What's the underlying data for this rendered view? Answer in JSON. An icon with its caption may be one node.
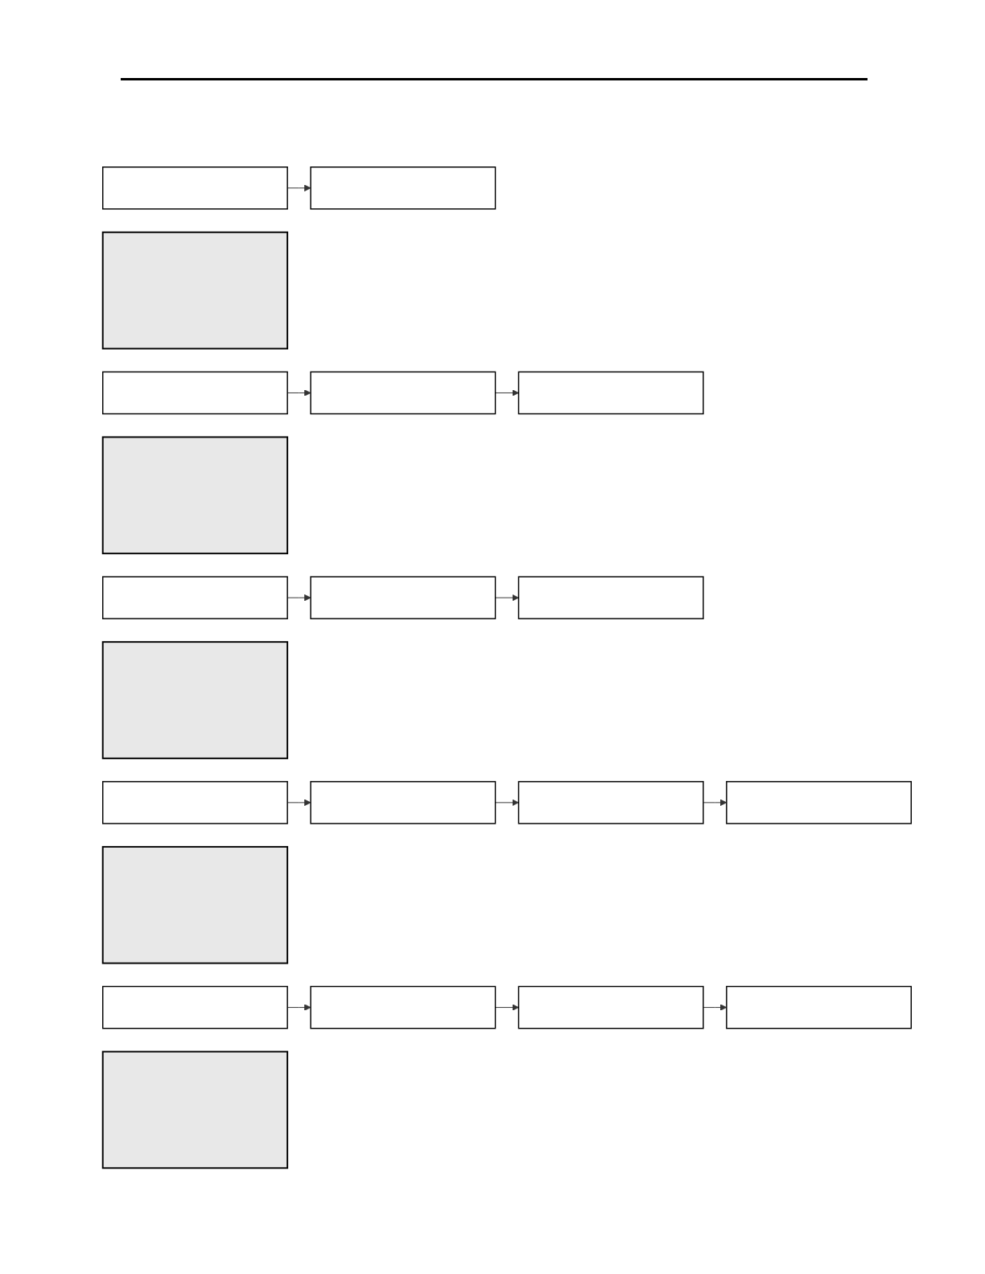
{
  "diagram": {
    "nodes": [
      {
        "text": [],
        "shape": "box"
      },
      {
        "text": [],
        "shape": "box"
      },
      {
        "text": [],
        "shape": "box"
      },
      {
        "text": [],
        "shape": "box"
      },
      {
        "text": [],
        "shape": "box"
      },
      {
        "text": [],
        "shape": "box"
      },
      {
        "text": [],
        "shape": "box"
      },
      {
        "text": [],
        "shape": "box"
      },
      {
        "text": [],
        "shape": "box"
      },
      {
        "text": [],
        "shape": "box"
      },
      {
        "text": [],
        "shape": "box"
      },
      {
        "text": [],
        "shape": "box"
      },
      {
        "text": [],
        "shape": "box"
      },
      {
        "text": [],
        "shape": "box"
      },
      {
        "text": [],
        "shape": "box"
      },
      {
        "text": [],
        "shape": "box"
      },
      {
        "text": [],
        "shape": "box"
      },
      {
        "text": [],
        "shape": "box"
      },
      {
        "text": [],
        "shape": "box"
      },
      {
        "text": [],
        "shape": "box"
      },
      {
        "text": [],
        "shape": "box"
      }
    ],
    "edges": [
      {
        "from": 0,
        "to": 1,
        "arrow": "to"
      },
      {
        "from": 3,
        "to": 4,
        "arrow": "to"
      },
      {
        "from": 4,
        "to": 5,
        "arrow": "to"
      },
      {
        "from": 7,
        "to": 8,
        "arrow": "to"
      },
      {
        "from": 8,
        "to": 9,
        "arrow": "to"
      },
      {
        "from": 11,
        "to": 12,
        "arrow": "to"
      },
      {
        "from": 12,
        "to": 13,
        "arrow": "to"
      },
      {
        "from": 13,
        "to": 14,
        "arrow": "to"
      },
      {
        "from": 16,
        "to": 17,
        "arrow": "to"
      },
      {
        "from": 17,
        "to": 18,
        "arrow": "to"
      },
      {
        "from": 18,
        "to": 19,
        "arrow": "to"
      }
    ]
  }
}
